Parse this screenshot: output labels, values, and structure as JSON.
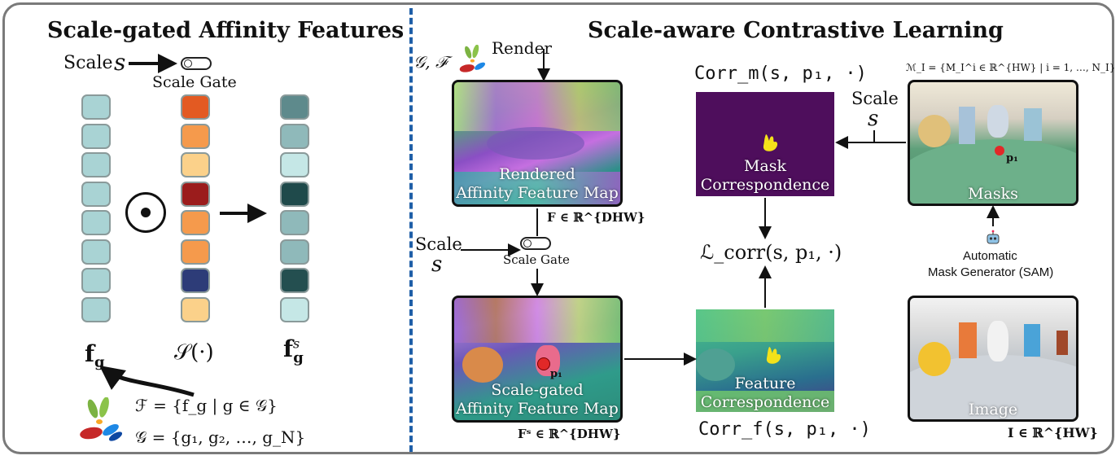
{
  "left_title": "Scale-gated Affinity Features",
  "right_title": "Scale-aware Contrastive Learning",
  "left": {
    "scale_word": "Scale",
    "scale_symbol": "s",
    "scale_gate": "Scale Gate",
    "odot": "⊙",
    "fg_label": "f",
    "fg_sub": "g",
    "S_label": "𝒮(·)",
    "fgs_label": "f",
    "fgs_sup": "s",
    "fgs_sub": "g",
    "eq_F": "ℱ = {f_g | g ∈ 𝒢}",
    "eq_G": "𝒢 = {g₁, g₂, …, g_N}",
    "fg_colors": [
      "#a9d3d4",
      "#a9d3d4",
      "#a9d3d4",
      "#a9d3d4",
      "#a9d3d4",
      "#a9d3d4",
      "#a9d3d4",
      "#a9d3d4"
    ],
    "gate_colors": [
      "#e35a22",
      "#f59a4c",
      "#fbd18a",
      "#9b1c1c",
      "#f59a4c",
      "#f59a4c",
      "#2d3c78",
      "#fbd18a"
    ],
    "out_colors": [
      "#5e8a8c",
      "#8fb9ba",
      "#c5e7e6",
      "#1f4a4b",
      "#8fb9ba",
      "#8fb9ba",
      "#244f50",
      "#c5e7e6"
    ]
  },
  "right": {
    "GF_label": "𝒢, ℱ",
    "render": "Render",
    "rendered_caption": [
      "Rendered",
      "Affinity Feature Map"
    ],
    "F_dim": "F ∈ ℝ^{DHW}",
    "scale_word": "Scale",
    "scale_symbol": "s",
    "scale_gate": "Scale Gate",
    "p1": "p₁",
    "gated_caption": [
      "Scale-gated",
      "Affinity Feature Map"
    ],
    "Fs_dim": "Fˢ ∈ ℝ^{DHW}",
    "corr_m": "Corr_m(s, p₁, ·)",
    "mask_caption": [
      "Mask",
      "Correspondence"
    ],
    "loss": "ℒ_corr(s, p₁, ·)",
    "feat_caption": [
      "Feature",
      "Correspondence"
    ],
    "corr_f": "Corr_f(s, p₁, ·)",
    "scale_word2": "Scale",
    "scale_symbol2": "s",
    "masks_set": "ℳ_I = {M_I^i ∈ ℝ^{HW} | i = 1, …, N_I}",
    "masks_caption": "Masks",
    "amg_line1": "Automatic",
    "amg_line2": "Mask Generator (SAM)",
    "image_caption": "Image",
    "I_dim": "I ∈ ℝ^{HW}"
  }
}
